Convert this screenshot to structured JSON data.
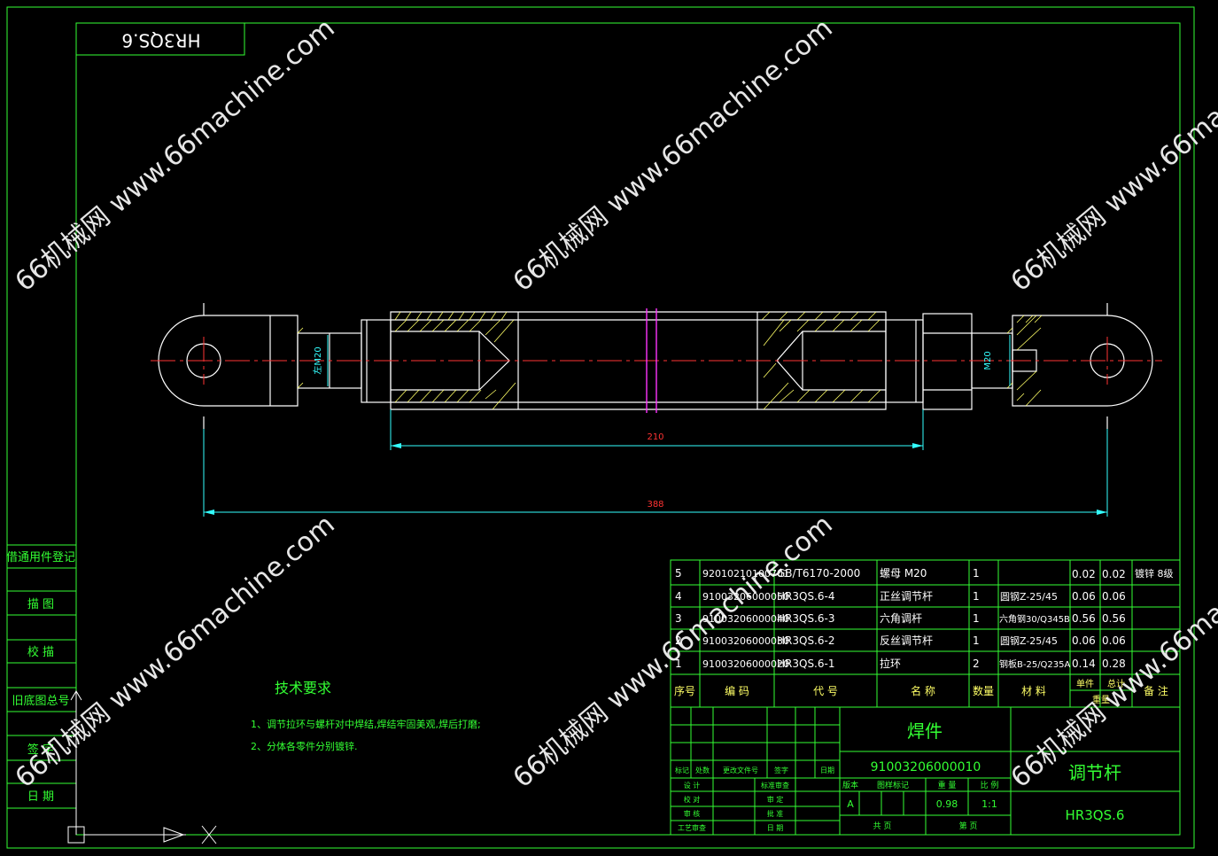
{
  "colors": {
    "background": "#000000",
    "frame": "#33ff33",
    "geometry": "#ffffff",
    "centerline": "#ff3333",
    "dimension": "#33ffff",
    "hatch": "#ffff66",
    "accent": "#ff33ff"
  },
  "drawing_number_mirrored": "HR3QS.6",
  "watermark": "66机械网 www.66machine.com",
  "dimensions": {
    "thread_left": "左M20",
    "thread_right": "M20",
    "length_inner": "210",
    "length_total": "388"
  },
  "side_block": [
    "借通用件登记",
    "描 图",
    "校 描",
    "旧底图总号",
    "签 字",
    "日 期"
  ],
  "tech_requirements": {
    "title": "技术要求",
    "items": [
      "1、调节拉环与螺杆对中焊结,焊结牢固美观,焊后打磨;",
      "2、分体各零件分别镀锌."
    ]
  },
  "bom": {
    "header": [
      "序号",
      "编 码",
      "代 号",
      "名 称",
      "数量",
      "材 料",
      "单件",
      "总计",
      "备 注"
    ],
    "header_weight": "重量",
    "rows": [
      {
        "no": "5",
        "code": "92010210100701",
        "ref": "GB/T6170-2000",
        "name": "螺母 M20",
        "qty": "1",
        "material": "",
        "unit": "0.02",
        "total": "0.02",
        "note": "镀锌 8级"
      },
      {
        "no": "4",
        "code": "91003206000050",
        "ref": "HR3QS.6-4",
        "name": "正丝调节杆",
        "qty": "1",
        "material": "圆钢Z-25/45",
        "unit": "0.06",
        "total": "0.06",
        "note": ""
      },
      {
        "no": "3",
        "code": "91003206000040",
        "ref": "HR3QS.6-3",
        "name": "六角调杆",
        "qty": "1",
        "material": "六角钢30/Q345B",
        "unit": "0.56",
        "total": "0.56",
        "note": ""
      },
      {
        "no": "2",
        "code": "91003206000030",
        "ref": "HR3QS.6-2",
        "name": "反丝调节杆",
        "qty": "1",
        "material": "圆钢Z-25/45",
        "unit": "0.06",
        "total": "0.06",
        "note": ""
      },
      {
        "no": "1",
        "code": "91003206000020",
        "ref": "HR3QS.6-1",
        "name": "拉环",
        "qty": "2",
        "material": "钢板B-25/Q235A",
        "unit": "0.14",
        "total": "0.28",
        "note": ""
      }
    ]
  },
  "title_block": {
    "revision_labels": [
      "标记",
      "处数",
      "更改文件号",
      "签字",
      "日期"
    ],
    "sign_left": [
      "设 计",
      "校 对",
      "审 核",
      "工艺审查"
    ],
    "sign_right": [
      "标准审查",
      "审 定",
      "批 准",
      "日 期"
    ],
    "category": "焊件",
    "part_code": "91003206000010",
    "part_name": "调节杆",
    "drawing_number": "HR3QS.6",
    "stage_labels": [
      "版本",
      "图样标记",
      "重 量",
      "比 例"
    ],
    "stage": "A",
    "weight": "0.98",
    "scale": "1:1",
    "sheets_total": "共 页",
    "sheet_no": "第 页"
  }
}
